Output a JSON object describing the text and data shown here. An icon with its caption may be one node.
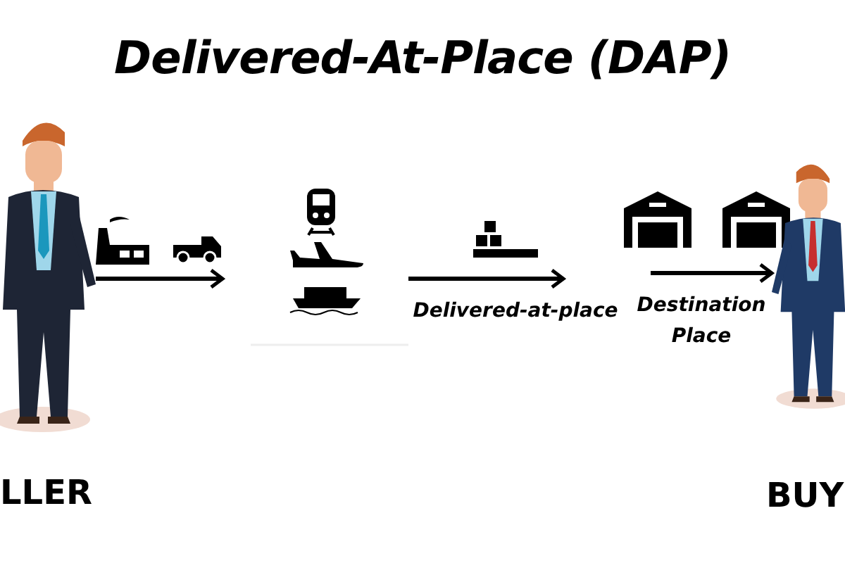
{
  "diagram": {
    "title": "Delivered-At-Place (DAP)",
    "nodes": [
      {
        "text": [],
        "shape": "person",
        "beside": [
          "LLER"
        ]
      },
      {
        "text": [],
        "shape": "picture"
      },
      {
        "text": [],
        "shape": "person",
        "beside": [
          "BUY"
        ]
      }
    ],
    "edges": [
      {
        "from": 0,
        "to": 1,
        "arrow": "to"
      },
      {
        "from": 1,
        "to": null,
        "arrow": "to",
        "label": "Delivered-at-place"
      },
      {
        "from": null,
        "to": 2,
        "arrow": "to",
        "label": "Destination Place"
      }
    ]
  }
}
